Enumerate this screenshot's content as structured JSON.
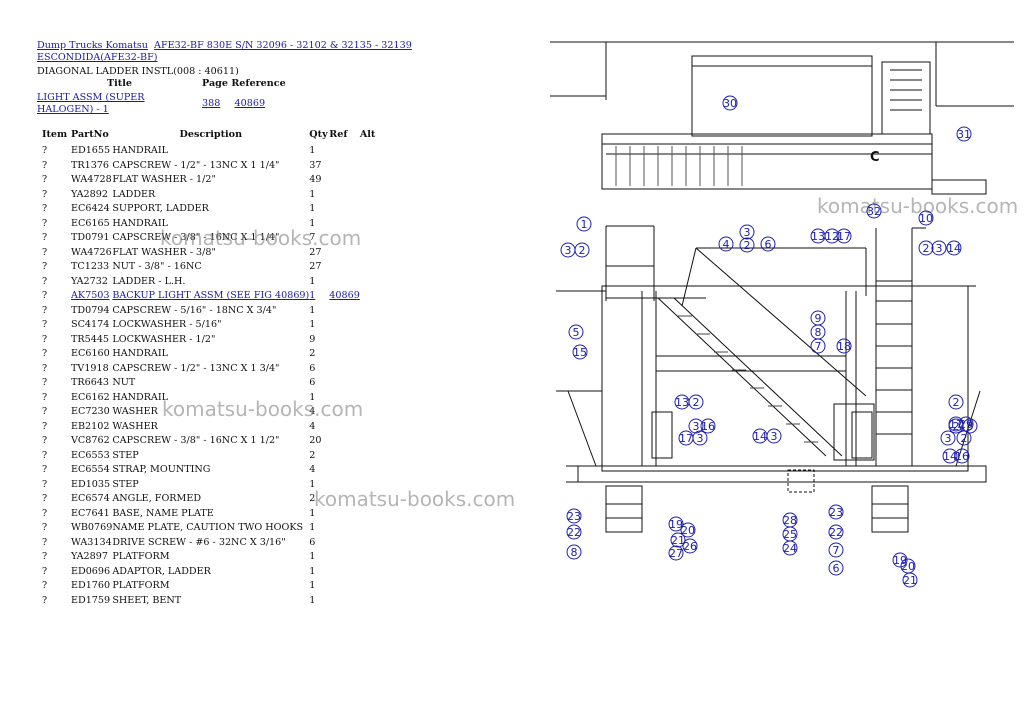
{
  "breadcrumb": {
    "links": [
      "Dump Trucks Komatsu",
      "AFE32-BF 830E S/N 32096 - 32102 & 32135 - 32139 ESCONDIDA(AFE32-BF)"
    ]
  },
  "subtitle": "DIAGONAL LADDER INSTL(008 : 40611)",
  "reference_table": {
    "headers": [
      "Title",
      "Page Reference"
    ],
    "rows": [
      {
        "title": "LIGHT ASSM (SUPER HALOGEN) - 1",
        "page": "388",
        "ref": "40869"
      }
    ]
  },
  "parts_table": {
    "headers": [
      "Item",
      "PartNo",
      "Description",
      "Qty",
      "Ref",
      "Alt"
    ],
    "rows": [
      {
        "item": "?",
        "part": "ED1655",
        "desc": "HANDRAIL",
        "qty": "1",
        "ref": ""
      },
      {
        "item": "?",
        "part": "TR1376",
        "desc": "CAPSCREW - 1/2\" - 13NC X 1 1/4\"",
        "qty": "37",
        "ref": ""
      },
      {
        "item": "?",
        "part": "WA4728",
        "desc": "FLAT WASHER - 1/2\"",
        "qty": "49",
        "ref": ""
      },
      {
        "item": "?",
        "part": "YA2892",
        "desc": "LADDER",
        "qty": "1",
        "ref": ""
      },
      {
        "item": "?",
        "part": "EC6424",
        "desc": "SUPPORT, LADDER",
        "qty": "1",
        "ref": ""
      },
      {
        "item": "?",
        "part": "EC6165",
        "desc": "HANDRAIL",
        "qty": "1",
        "ref": ""
      },
      {
        "item": "?",
        "part": "TD0791",
        "desc": "CAPSCREW - 3/8\" - 16NC X 1 1/4\"",
        "qty": "7",
        "ref": ""
      },
      {
        "item": "?",
        "part": "WA4726",
        "desc": "FLAT WASHER - 3/8\"",
        "qty": "27",
        "ref": ""
      },
      {
        "item": "?",
        "part": "TC1233",
        "desc": "NUT - 3/8\" - 16NC",
        "qty": "27",
        "ref": ""
      },
      {
        "item": "?",
        "part": "YA2732",
        "desc": "LADDER - L.H.",
        "qty": "1",
        "ref": ""
      },
      {
        "item": "?",
        "part": "AK7503",
        "desc": "BACKUP LIGHT ASSM (SEE FIG 40869)",
        "qty": "1",
        "ref": "40869",
        "link": true
      },
      {
        "item": "?",
        "part": "TD0794",
        "desc": "CAPSCREW - 5/16\" - 18NC X 3/4\"",
        "qty": "1",
        "ref": ""
      },
      {
        "item": "?",
        "part": "SC4174",
        "desc": "LOCKWASHER - 5/16\"",
        "qty": "1",
        "ref": ""
      },
      {
        "item": "?",
        "part": "TR5445",
        "desc": "LOCKWASHER - 1/2\"",
        "qty": "9",
        "ref": ""
      },
      {
        "item": "?",
        "part": "EC6160",
        "desc": "HANDRAIL",
        "qty": "2",
        "ref": ""
      },
      {
        "item": "?",
        "part": "TV1918",
        "desc": "CAPSCREW - 1/2\" - 13NC X 1 3/4\"",
        "qty": "6",
        "ref": ""
      },
      {
        "item": "?",
        "part": "TR6643",
        "desc": "NUT",
        "qty": "6",
        "ref": ""
      },
      {
        "item": "?",
        "part": "EC6162",
        "desc": "HANDRAIL",
        "qty": "1",
        "ref": ""
      },
      {
        "item": "?",
        "part": "EC7230",
        "desc": "WASHER",
        "qty": "4",
        "ref": ""
      },
      {
        "item": "?",
        "part": "EB2102",
        "desc": "WASHER",
        "qty": "4",
        "ref": ""
      },
      {
        "item": "?",
        "part": "VC8762",
        "desc": "CAPSCREW - 3/8\" - 16NC X 1 1/2\"",
        "qty": "20",
        "ref": ""
      },
      {
        "item": "?",
        "part": "EC6553",
        "desc": "STEP",
        "qty": "2",
        "ref": ""
      },
      {
        "item": "?",
        "part": "EC6554",
        "desc": "STRAP, MOUNTING",
        "qty": "4",
        "ref": ""
      },
      {
        "item": "?",
        "part": "ED1035",
        "desc": "STEP",
        "qty": "1",
        "ref": ""
      },
      {
        "item": "?",
        "part": "EC6574",
        "desc": "ANGLE, FORMED",
        "qty": "2",
        "ref": ""
      },
      {
        "item": "?",
        "part": "EC7641",
        "desc": "BASE, NAME PLATE",
        "qty": "1",
        "ref": ""
      },
      {
        "item": "?",
        "part": "WB0769",
        "desc": "NAME PLATE, CAUTION TWO HOOKS",
        "qty": "1",
        "ref": ""
      },
      {
        "item": "?",
        "part": "WA3134",
        "desc": "DRIVE SCREW - #6 - 32NC X 3/16\"",
        "qty": "6",
        "ref": ""
      },
      {
        "item": "?",
        "part": "YA2897",
        "desc": "PLATFORM",
        "qty": "1",
        "ref": ""
      },
      {
        "item": "?",
        "part": "ED0696",
        "desc": "ADAPTOR, LADDER",
        "qty": "1",
        "ref": ""
      },
      {
        "item": "?",
        "part": "ED1760",
        "desc": "PLATFORM",
        "qty": "1",
        "ref": ""
      },
      {
        "item": "?",
        "part": "ED1759",
        "desc": "SHEET, BENT",
        "qty": "1",
        "ref": ""
      }
    ]
  },
  "watermark": "komatsu-books.com",
  "diagram": {
    "letter_c": "C",
    "callouts": [
      "30",
      "31",
      "32",
      "10",
      "1",
      "3",
      "2",
      "4",
      "3",
      "2",
      "6",
      "13",
      "12",
      "17",
      "2",
      "3",
      "14",
      "5",
      "15",
      "9",
      "8",
      "7",
      "18",
      "13",
      "2",
      "3",
      "16",
      "17",
      "3",
      "14",
      "3",
      "2",
      "2",
      "3",
      "3",
      "2",
      "14",
      "16",
      "17",
      "29",
      "23",
      "22",
      "8",
      "19",
      "20",
      "21",
      "26",
      "27",
      "28",
      "25",
      "24",
      "23",
      "22",
      "7",
      "6",
      "19",
      "20",
      "21"
    ]
  },
  "colors": {
    "link": "#1a1aa6",
    "callout": "#1d1db0",
    "watermark": "#8a8a8a"
  }
}
